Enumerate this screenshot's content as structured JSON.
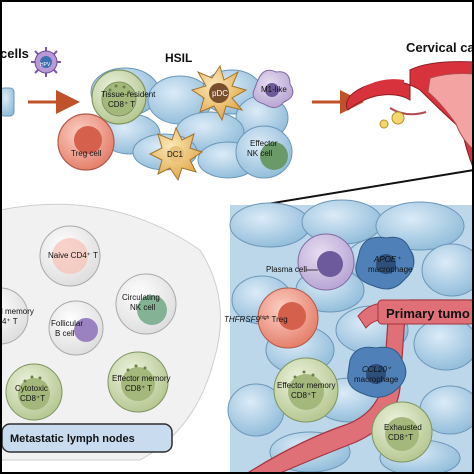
{
  "top": {
    "cells_label": "cells",
    "hpv_label": "HPV",
    "hsil_label": "HSIL",
    "tissue_resident_line1": "Tissue-resident",
    "tissue_resident_line2": "CD8⁺ T",
    "pdc_label": "pDC",
    "m1_label": "M1-like",
    "treg_label": "Treg cell",
    "dc1_label": "DC1",
    "effector_nk_line1": "Effector",
    "effector_nk_line2": "NK cell",
    "cervical_label": "Cervical ca"
  },
  "lymph": {
    "title": "Metastatic lymph nodes",
    "naive_label": "Naive CD4⁺ T",
    "memory_line1": "l memory",
    "memory_line2": "4⁺ T",
    "follicular_line1": "Follicular",
    "follicular_line2": "B cell",
    "circulating_line1": "Circulating",
    "circulating_line2": "NK cell",
    "cytotoxic_line1": "Cytotoxic",
    "cytotoxic_line2": "CD8⁺T",
    "effector_memory_line1": "Effector memory",
    "effector_memory_line2": "CD8⁺ T"
  },
  "tumor": {
    "plasma_label": "Plasma cell",
    "apoe_line1": "APOE⁺",
    "apoe_line2": "macrophage",
    "treg_gene": "THFRSF9",
    "treg_sup": "high",
    "treg_suffix": " Treg",
    "primary_label": "Primary tumo",
    "effector_memory_line1": "Effector memory",
    "effector_memory_line2": "CD8⁺T",
    "ccl20_line1": "CCL20⁺",
    "ccl20_line2": "macrophage",
    "exhausted_line1": "Exhausted",
    "exhausted_line2": "CD8⁺T"
  },
  "colors": {
    "arrow": "#c0522a",
    "cell_blue": "#a9cde6",
    "t_cell_green": "#c8d8a8",
    "treg_red": "#e98a78",
    "dc_orange": "#e0a648",
    "purple": "#9f86c0",
    "vessel": "#d7616a",
    "lymph_bg": "#f1f1f1"
  }
}
